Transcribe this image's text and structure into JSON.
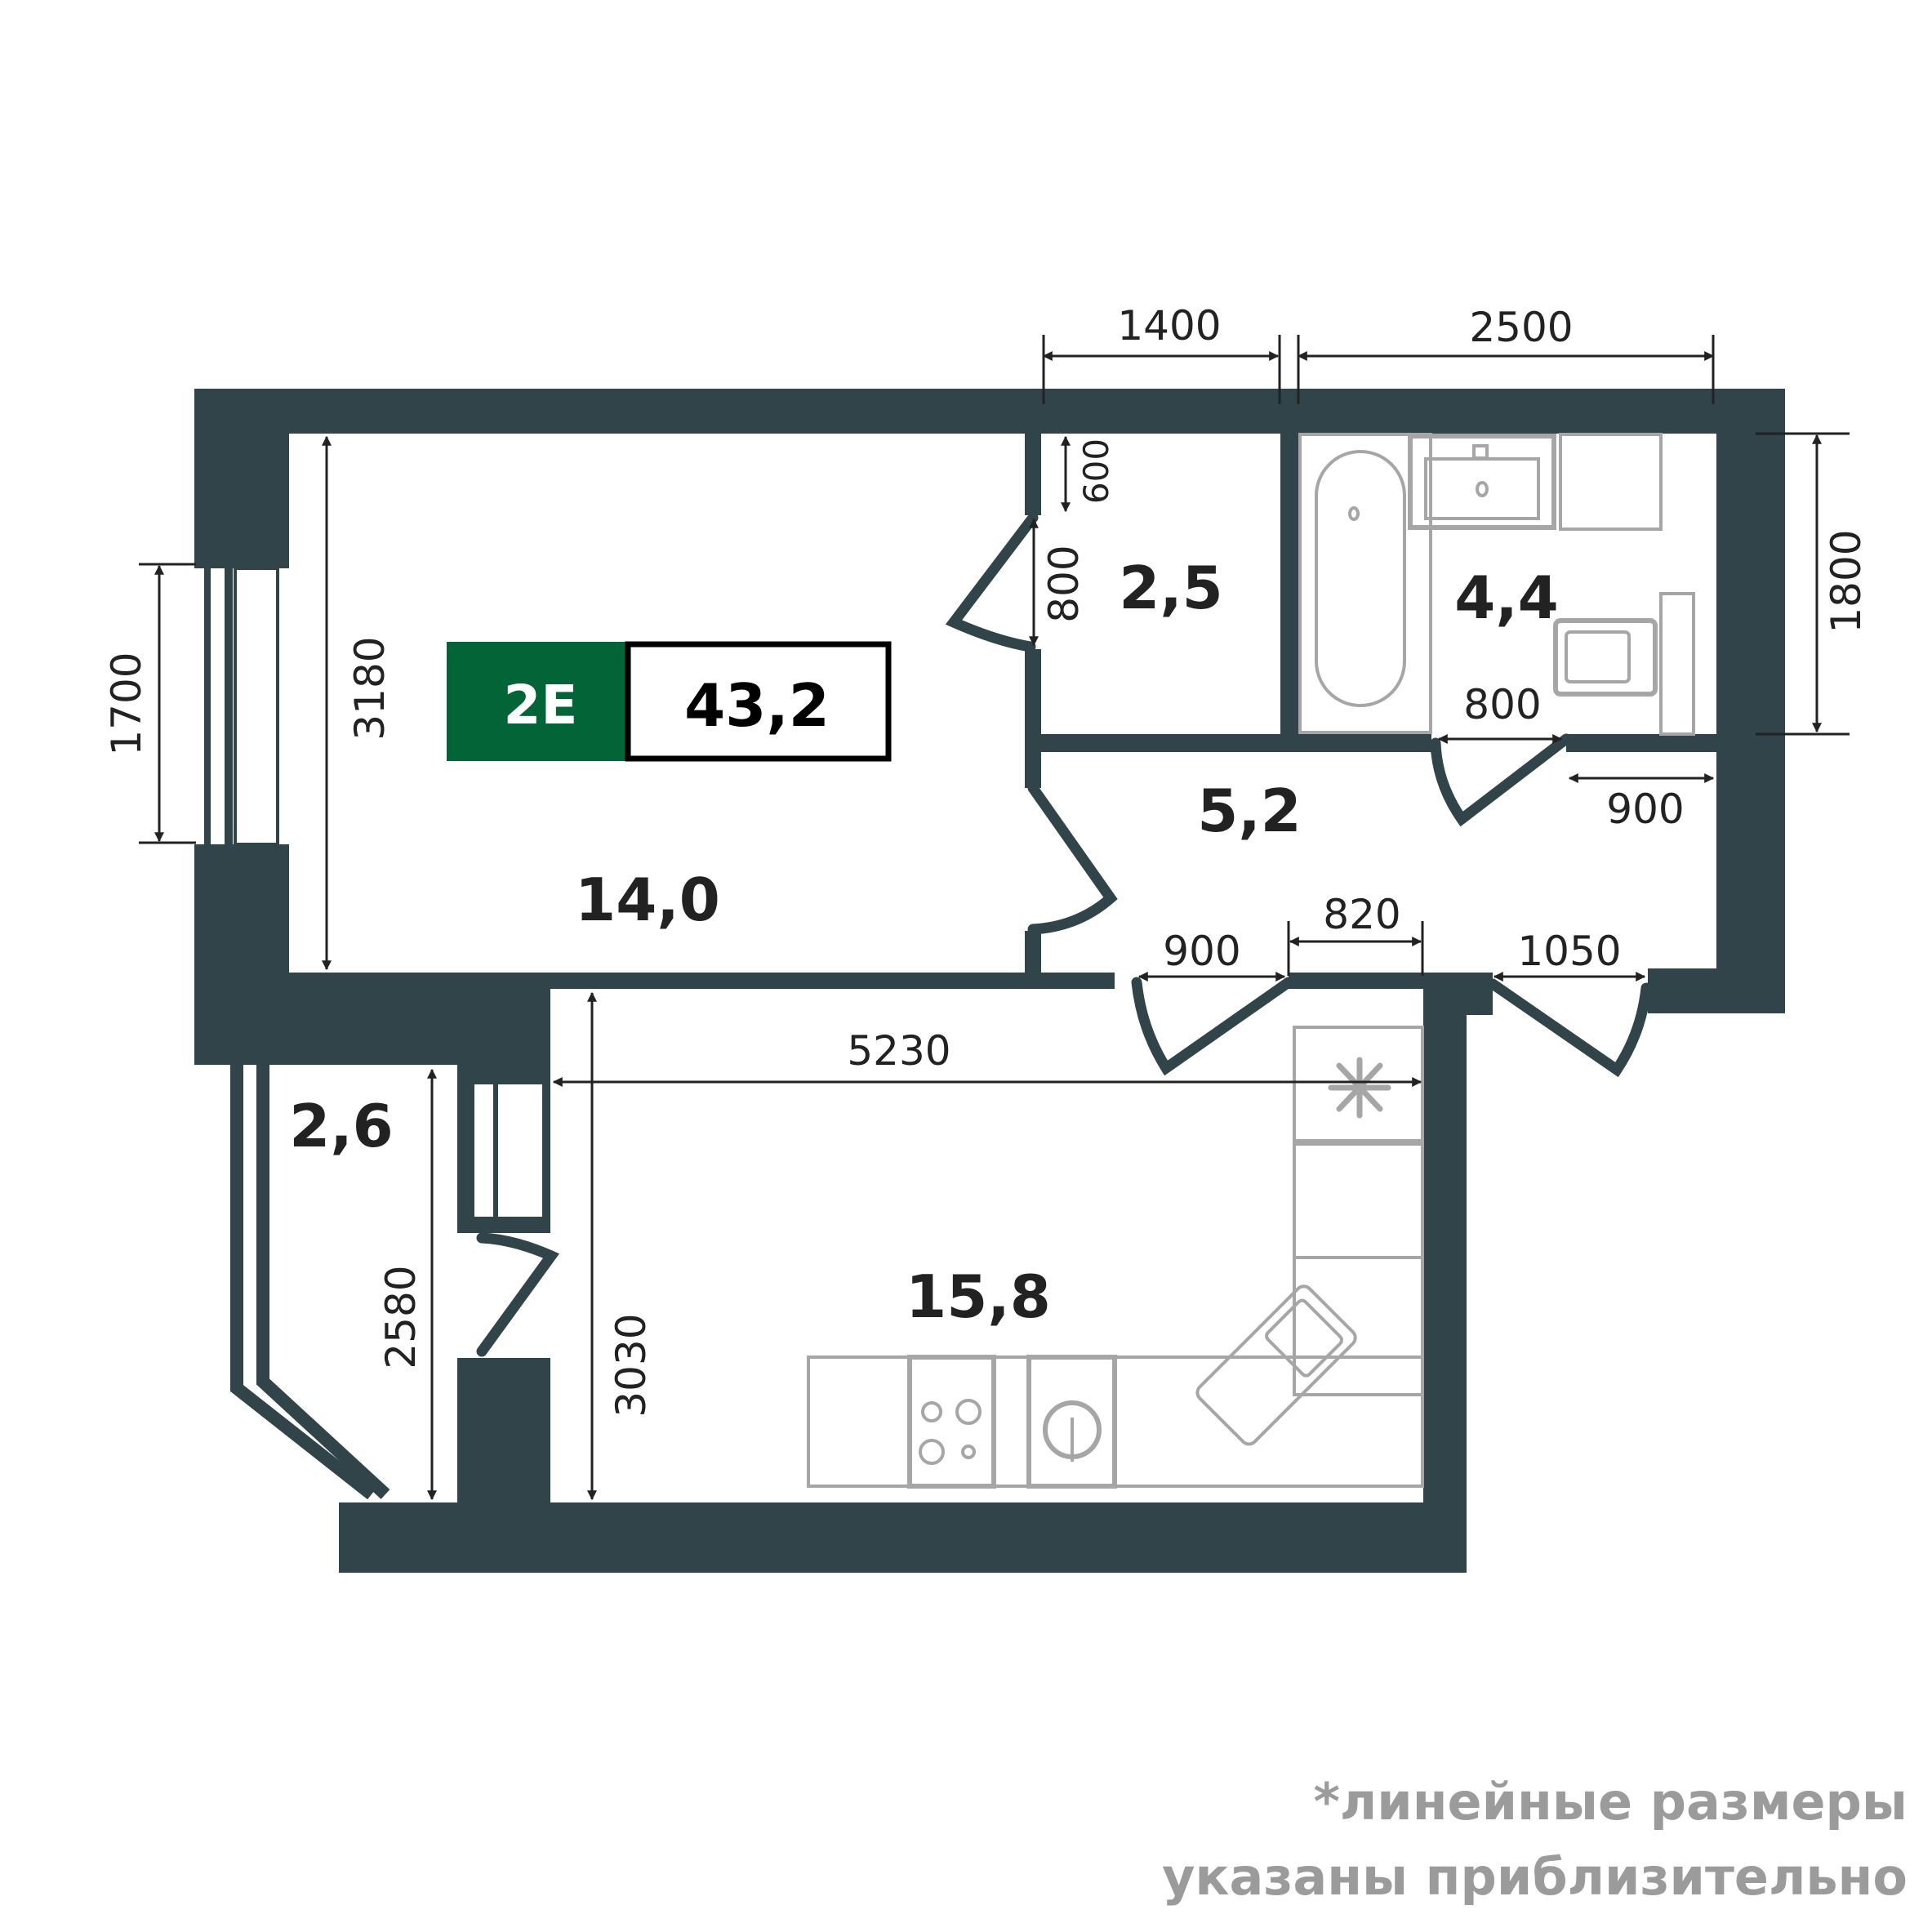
{
  "colors": {
    "wall": "#30444a",
    "badge_green": "#036537",
    "fixture_gray": "#a6a6a6",
    "dim_line": "#222222",
    "note_gray": "#9b9b9b"
  },
  "badge": {
    "code": "2E",
    "total_area": "43,2"
  },
  "rooms": [
    {
      "id": "living-room",
      "area": "14,0"
    },
    {
      "id": "closet",
      "area": "2,5"
    },
    {
      "id": "bathroom",
      "area": "4,4"
    },
    {
      "id": "hallway",
      "area": "5,2"
    },
    {
      "id": "kitchen",
      "area": "15,8"
    },
    {
      "id": "balcony",
      "area": "2,6"
    }
  ],
  "dimensions": {
    "top_closet_width": "1400",
    "top_bathroom_width": "2500",
    "right_bathroom_height": "1800",
    "left_window": "1700",
    "living_height": "3180",
    "closet_wall_600": "600",
    "closet_door_800": "800",
    "bathroom_door_800": "800",
    "hall_wall_900_right": "900",
    "kitchen_door_900": "900",
    "wall_820": "820",
    "entrance_door_1050": "1050",
    "kitchen_width": "5230",
    "kitchen_height": "3030",
    "balcony_height": "2580"
  },
  "fixtures": [
    "bathtub-icon",
    "sink-icon",
    "washing-machine-icon",
    "fridge-icon",
    "stove-icon",
    "oven-icon",
    "kitchen-sink-icon"
  ],
  "note": {
    "line1": "*линейные размеры",
    "line2": "указаны приблизительно"
  }
}
